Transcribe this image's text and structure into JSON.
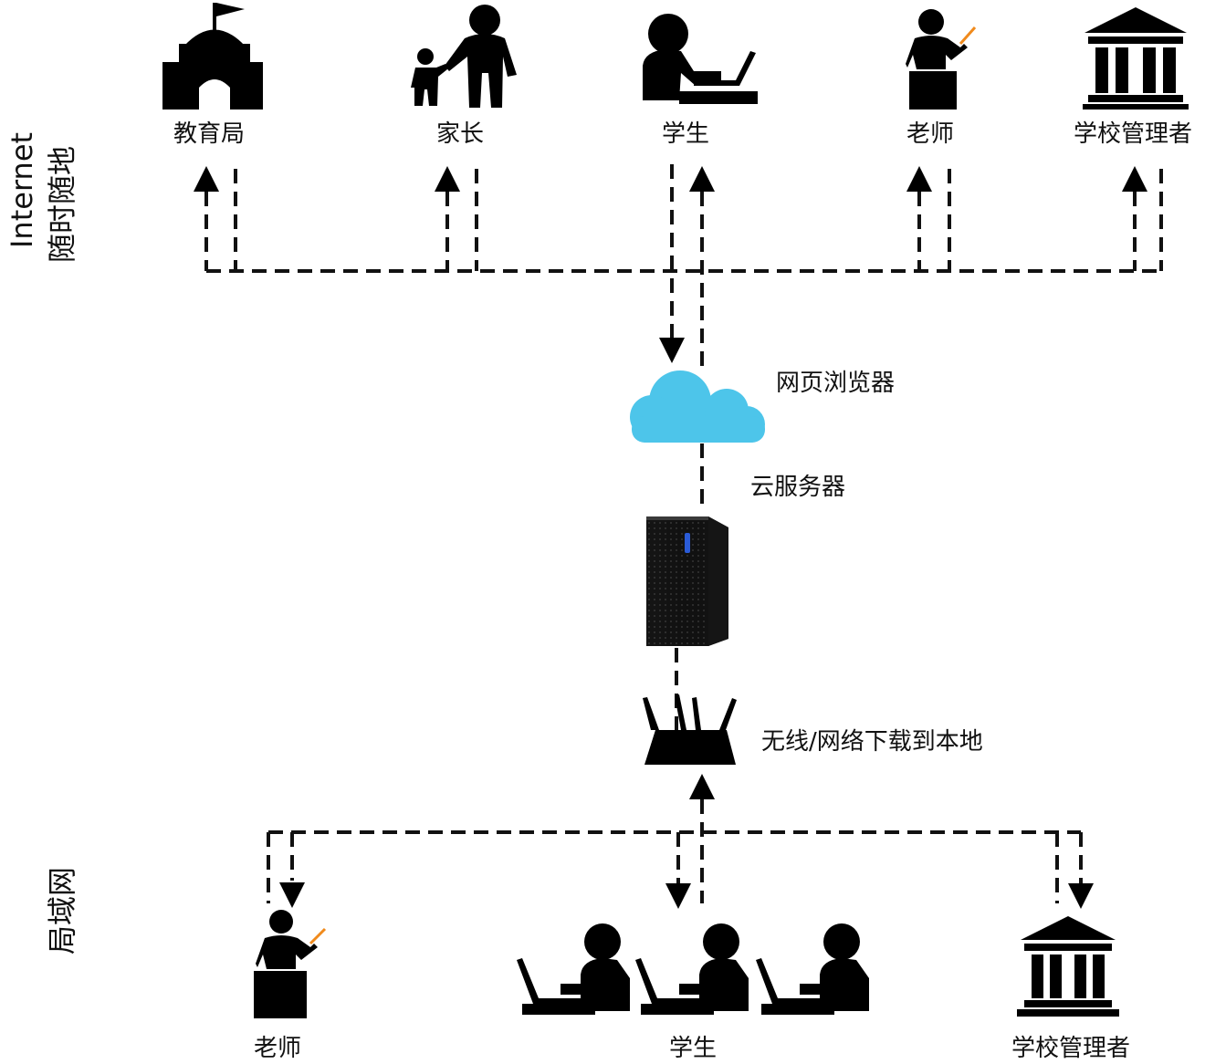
{
  "side_labels": {
    "internet_line1": "Internet",
    "internet_line2": "随时随地",
    "lan": "局域网"
  },
  "internet_users": {
    "bureau": "教育局",
    "parent": "家长",
    "student": "学生",
    "teacher": "老师",
    "admin": "学校管理者"
  },
  "infrastructure": {
    "browser": "网页浏览器",
    "cloud_server": "云服务器",
    "router": "无线/网络下载到本地"
  },
  "lan_users": {
    "teacher": "老师",
    "students": "学生",
    "admin": "学校管理者"
  },
  "colors": {
    "cloud": "#4dc5ea",
    "line": "#111111",
    "pointer": "#f08a1c",
    "server_led": "#2a5bd7"
  }
}
